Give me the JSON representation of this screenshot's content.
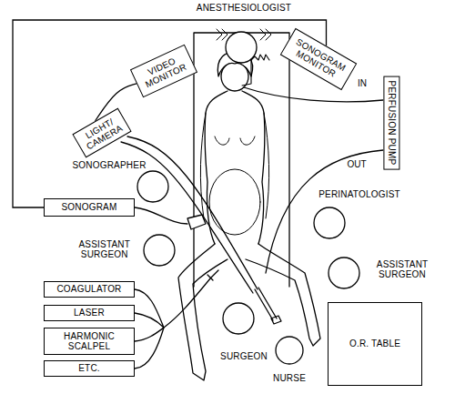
{
  "diagram": {
    "nodes": [
      {
        "text": [
          "ANESTHESIOLOGIST"
        ]
      },
      {
        "text": [
          "VIDEO MONITOR"
        ]
      },
      {
        "text": [
          "SONOGRAM MONITOR"
        ]
      },
      {
        "text": [
          "LIGHT/ CAMERA"
        ]
      },
      {
        "text": [
          "PERFUSION PUMP"
        ]
      },
      {
        "text": [
          "SONOGRAPHER"
        ]
      },
      {
        "text": [
          "PERINATOLOGIST"
        ]
      },
      {
        "text": [
          "SONOGRAM"
        ]
      },
      {
        "text": [
          "ASSISTANT SURGEON"
        ]
      },
      {
        "text": [
          "ASSISTANT SURGEON"
        ]
      },
      {
        "text": [
          "COAGULATOR"
        ]
      },
      {
        "text": [
          "LASER"
        ]
      },
      {
        "text": [
          "HARMONIC SCALPEL"
        ]
      },
      {
        "text": [
          "ETC."
        ]
      },
      {
        "text": [
          "SURGEON"
        ]
      },
      {
        "text": [
          "NURSE"
        ]
      },
      {
        "text": [
          "O.R. TABLE"
        ]
      }
    ],
    "edges": [
      {
        "from": 1,
        "to": 3,
        "arrow": "none"
      },
      {
        "from": 2,
        "to": 7,
        "arrow": "none"
      }
    ],
    "labels": [
      "IN",
      "OUT"
    ]
  }
}
